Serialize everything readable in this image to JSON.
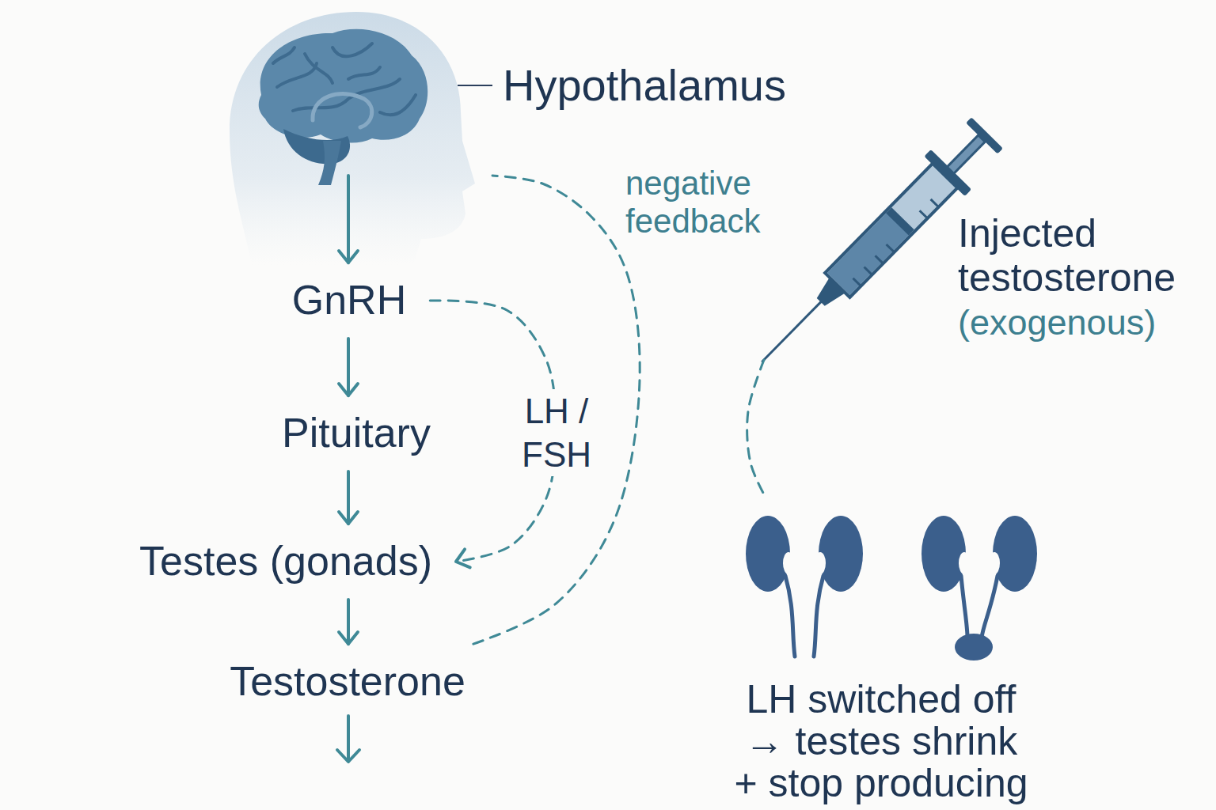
{
  "diagram": {
    "nodes": [
      {
        "text": [
          "Hypothalamus"
        ]
      },
      {
        "text": [
          "GnRH"
        ]
      },
      {
        "text": [
          "Pituitary"
        ]
      },
      {
        "text": [
          "Testes (gonads)"
        ]
      },
      {
        "text": [
          "Testosterone"
        ]
      },
      {
        "text": [
          "Injected testosterone",
          "(exogenous)"
        ]
      },
      {
        "text": [
          "LH switched off → testes shrink + stop producing"
        ]
      }
    ],
    "edges": [
      {
        "from": 0,
        "to": 1,
        "arrow": "to"
      },
      {
        "from": 1,
        "to": 2,
        "arrow": "to"
      },
      {
        "from": 2,
        "to": 3,
        "arrow": "to"
      },
      {
        "from": 3,
        "to": 4,
        "arrow": "to"
      },
      {
        "from": 1,
        "to": 3,
        "label": "LH / FSH",
        "arrow": "to"
      },
      {
        "from": 4,
        "to": 0,
        "label": "negative feedback",
        "arrow": "none"
      },
      {
        "from": 5,
        "to": 6,
        "arrow": "none"
      }
    ]
  }
}
